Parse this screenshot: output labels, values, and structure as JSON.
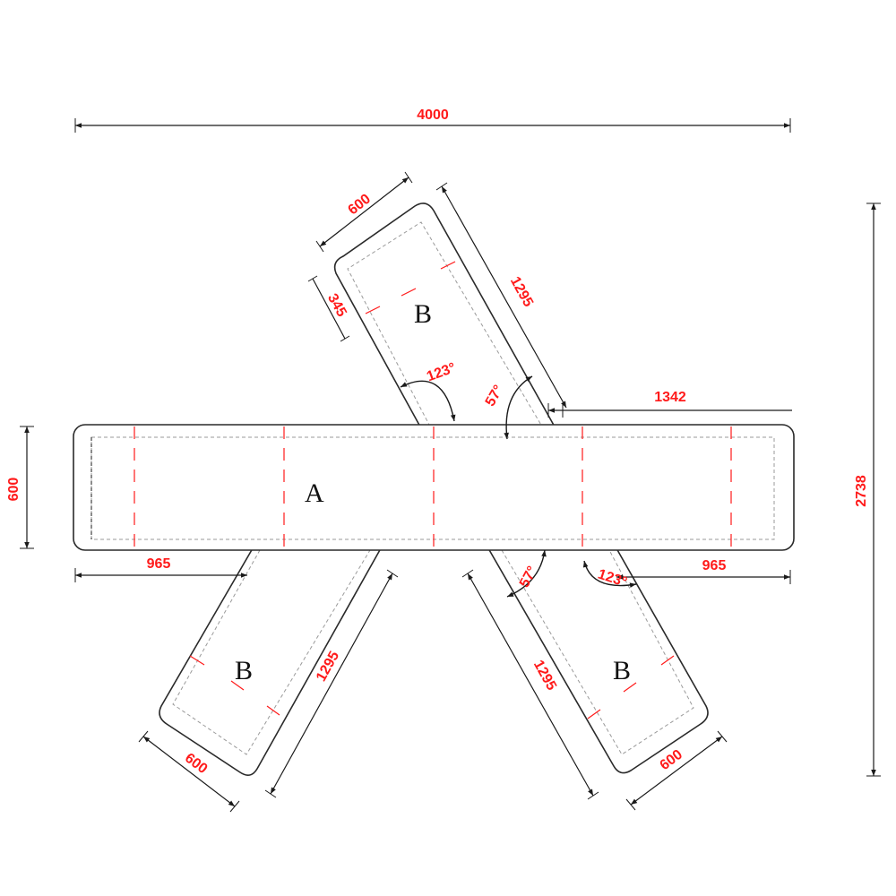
{
  "colors": {
    "dimension_text": "#ff1a1a",
    "outline": "#2a2a2a",
    "seam": "#ff1a1a"
  },
  "labels": {
    "panel_a": "A",
    "panel_b_top": "B",
    "panel_b_left": "B",
    "panel_b_right": "B"
  },
  "dimensions": {
    "overall_width": "4000",
    "overall_height": "2738",
    "a_height": "600",
    "top_b_width": "600",
    "top_b_length": "1295",
    "top_b_segment": "345",
    "top_offset": "1342",
    "angle_top_left": "123°",
    "angle_top_right": "57°",
    "bottom_left_offset": "965",
    "bottom_right_offset": "965",
    "angle_bottom_left": "57°",
    "angle_bottom_right": "123°",
    "bl_b_length": "1295",
    "bl_b_width": "600",
    "br_b_length": "1295",
    "br_b_width": "600"
  }
}
